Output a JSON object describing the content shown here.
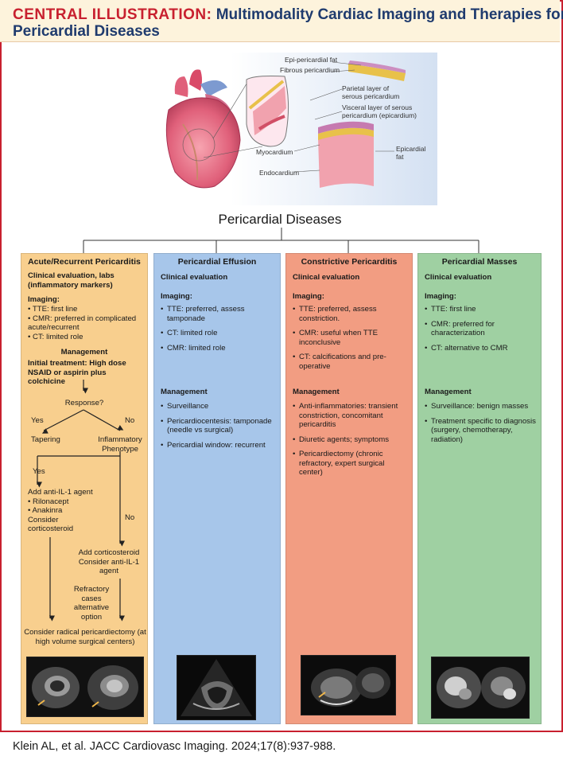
{
  "header": {
    "label": "CENTRAL ILLUSTRATION:",
    "title_line1": "Multimodality Cardiac Imaging and Therapies for",
    "title_line2": "Pericardial Diseases"
  },
  "anatomy_labels": {
    "epi_fat": "Epi-pericardial fat",
    "fibrous": "Fibrous pericardium",
    "parietal": "Parietal layer of serous pericardium",
    "visceral": "Visceral layer of serous pericardium (epicardium)",
    "myocardium": "Myocardium",
    "epicardial_fat": "Epicardial fat",
    "endocardium": "Endocardium"
  },
  "diseases_title": "Pericardial Diseases",
  "col1": {
    "title": "Acute/Recurrent Pericarditis",
    "clinical": "Clinical evaluation, labs (inflammatory markers)",
    "imaging_head": "Imaging:",
    "imaging": [
      "TTE: first line",
      "CMR: preferred in complicated acute/recurrent",
      "CT: limited role"
    ],
    "management_head": "Management",
    "initial": "Initial treatment: High dose NSAID or aspirin plus colchicine",
    "response": "Response?",
    "yes1": "Yes",
    "no1": "No",
    "tapering": "Tapering",
    "inflammatory": "Inflammatory Phenotype",
    "yes2": "Yes",
    "add_il1": "Add anti-IL-1 agent",
    "rilonacept": "• Rilonacept",
    "anakinra": "• Anakinra",
    "consider_cort": "Consider corticosteroid",
    "no2": "No",
    "add_cort": "Add corticosteroid Consider anti-IL-1 agent",
    "refractory": "Refractory cases alternative option",
    "radical": "Consider radical pericardiectomy (at high volume surgical centers)"
  },
  "col2": {
    "title": "Pericardial Effusion",
    "clinical": "Clinical evaluation",
    "imaging_head": "Imaging:",
    "imaging": [
      "TTE: preferred, assess tamponade",
      "CT: limited role",
      "CMR: limited role"
    ],
    "management_head": "Management",
    "management": [
      "Surveillance",
      "Pericardiocentesis: tamponade (needle vs surgical)",
      "Pericardial window: recurrent"
    ]
  },
  "col3": {
    "title": "Constrictive Pericarditis",
    "clinical": "Clinical evaluation",
    "imaging_head": "Imaging:",
    "imaging": [
      "TTE: preferred, assess constriction.",
      "CMR: useful when TTE inconclusive",
      "CT: calcifications and pre-operative"
    ],
    "management_head": "Management",
    "management": [
      "Anti-inflammatories: transient constriction, concomitant pericarditis",
      "Diuretic agents; symptoms",
      "Pericardiectomy (chronic refractory, expert surgical center)"
    ]
  },
  "col4": {
    "title": "Pericardial Masses",
    "clinical": "Clinical evaluation",
    "imaging_head": "Imaging:",
    "imaging": [
      "TTE: first line",
      "CMR: preferred for characterization",
      "CT: alternative to CMR"
    ],
    "management_head": "Management",
    "management": [
      "Surveillance: benign masses",
      "Treatment specific to diagnosis (surgery, chemotherapy, radiation)"
    ]
  },
  "citation": "Klein AL, et al. JACC Cardiovasc Imaging. 2024;17(8):937-988.",
  "colors": {
    "frame": "#c8202f",
    "header_bg": "#fdf3dc",
    "navy": "#1f3b6e",
    "col1": "#f8cf8e",
    "col2": "#a7c6ea",
    "col3": "#f29d82",
    "col4": "#9fd0a2"
  }
}
